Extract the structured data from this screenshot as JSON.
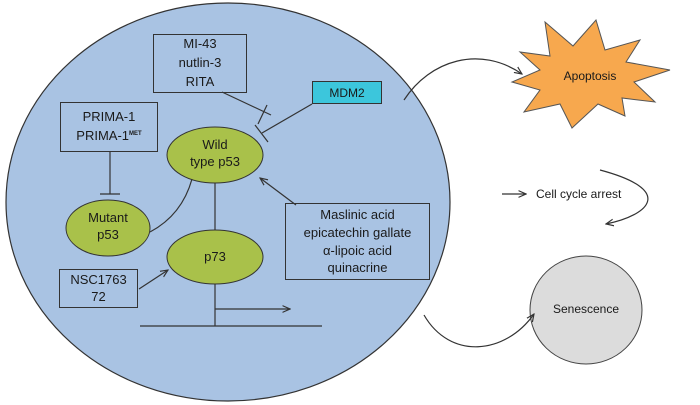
{
  "colors": {
    "cell_fill": "#a9c3e3",
    "node_fill": "#a9c14a",
    "mdm2_fill": "#3cc6dc",
    "apoptosis_fill": "#f7a84e",
    "senescence_fill": "#dcdcdc",
    "line": "#333333"
  },
  "inhibitor_boxes": {
    "mdm2_inhibitors": [
      "MI-43",
      "nutlin-3",
      "RITA"
    ],
    "prima": {
      "line1": "PRIMA-1",
      "line2_base": "PRIMA-1",
      "line2_sup": "MET"
    },
    "activators": [
      "Maslinic acid",
      "epicatechin gallate",
      "α-lipoic acid",
      "quinacrine"
    ],
    "nsc": [
      "NSC1763",
      "72"
    ]
  },
  "mdm2": "MDM2",
  "nodes": {
    "wild_type_p53": [
      "Wild",
      "type p53"
    ],
    "mutant_p53": [
      "Mutant",
      "p53"
    ],
    "p73": "p73"
  },
  "outcomes": {
    "apoptosis": "Apoptosis",
    "cell_cycle_arrest": "Cell cycle arrest",
    "senescence": "Senescence"
  }
}
